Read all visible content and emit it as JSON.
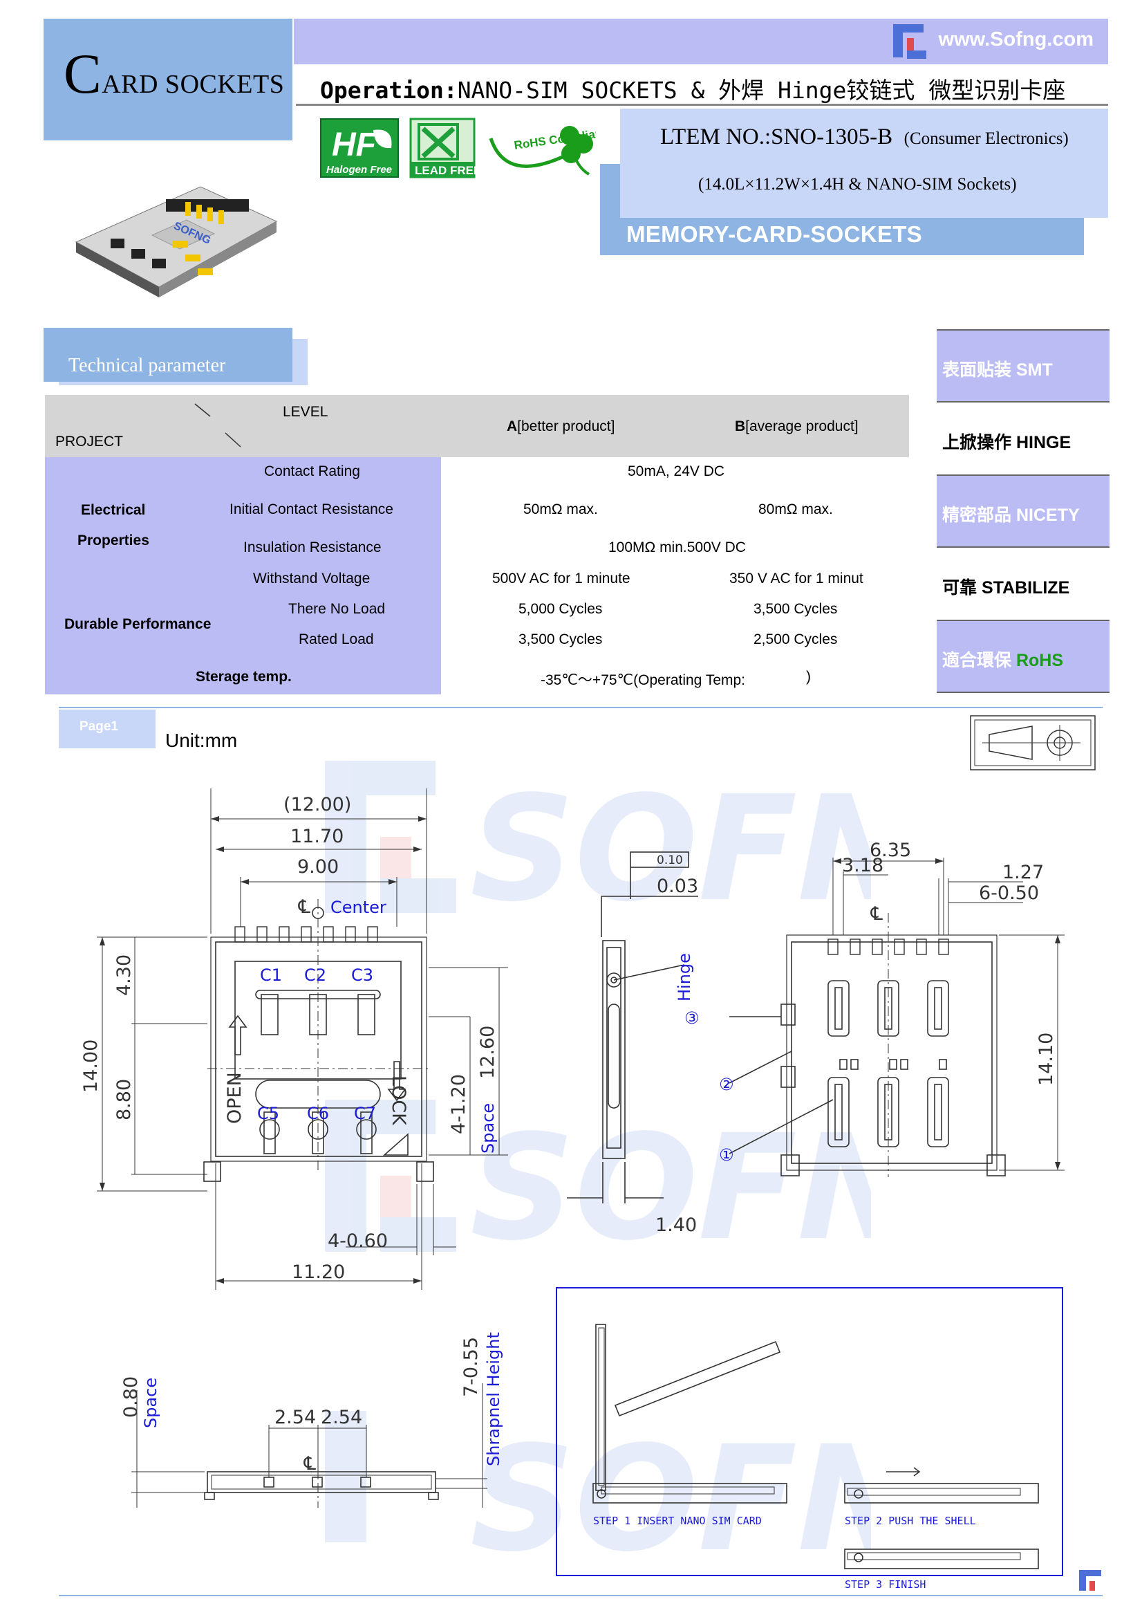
{
  "header": {
    "title_initial": "C",
    "title_rest": "ARD SOCKETS",
    "site_url": "www.Sofng.com",
    "operation_label": "Operation:",
    "operation_text": "NANO-SIM SOCKETS & 外焊  Hinge铰链式  微型识别卡座",
    "badges": {
      "halogen": "Halogen Free",
      "lead": "LEAD FREE",
      "rohs": "RoHS Compliant"
    },
    "item_no_label": "LTEM NO.:SNO-1305-B",
    "item_category": "(Consumer Electronics)",
    "item_dimensions": "(14.0L×11.2W×1.4H & NANO-SIM Sockets)",
    "series": "MEMORY-CARD-SOCKETS",
    "product_print": "SOFNG"
  },
  "tech": {
    "section_title": "Technical parameter",
    "head": {
      "level": "LEVEL",
      "project": "PROJECT",
      "a_bold": "A",
      "a_rest": "[better product]",
      "b_bold": "B",
      "b_rest": "[average product]"
    },
    "groups": {
      "electrical_1": "Electrical",
      "electrical_2": "Properties",
      "durable": "Durable Performance",
      "storage": "Sterage temp."
    },
    "rows": {
      "contact_rating": {
        "label": "Contact Rating",
        "ab": "50mA, 24V DC"
      },
      "initial_resistance": {
        "label": "Initial Contact Resistance",
        "a": "50mΩ max.",
        "b": "80mΩ max."
      },
      "insulation": {
        "label": "Insulation Resistance",
        "ab": "100MΩ min.500V DC"
      },
      "withstand": {
        "label": "Withstand Voltage",
        "a": "500V AC for 1 minute",
        "b": "350 V AC for 1 minut"
      },
      "no_load": {
        "label": "There No Load",
        "a": "5,000 Cycles",
        "b": "3,500 Cycles"
      },
      "rated_load": {
        "label": "Rated Load",
        "a": "3,500 Cycles",
        "b": "2,500 Cycles"
      },
      "storage_temp": {
        "value": "-35℃～+75℃(Operating Temp:",
        "close": ")"
      }
    }
  },
  "features": [
    {
      "text": "表面贴装 SMT"
    },
    {
      "text": "上掀操作 HINGE"
    },
    {
      "text": "精密部品 NICETY"
    },
    {
      "text": "可靠 STABILIZE"
    },
    {
      "text_cn": "適合環保 ",
      "text_en": "RoHS"
    }
  ],
  "drawing": {
    "page_label": "Page1",
    "unit": "Unit:mm",
    "watermark": "SOFNG",
    "top_view": {
      "dim_12": "(12.00)",
      "dim_1170": "11.70",
      "dim_900": "9.00",
      "center": "Center",
      "c1": "C1",
      "c2": "C2",
      "c3": "C3",
      "c5": "C5",
      "c6": "C6",
      "c7": "C7",
      "open": "OPEN",
      "lock": "LOCK",
      "dim_14": "14.00",
      "dim_430": "4.30",
      "dim_880": "8.80",
      "dim_4_120": "4-1.20",
      "dim_1260": "12.60",
      "space": "Space",
      "dim_4_060": "4-0.60",
      "dim_1120": "11.20"
    },
    "side_view": {
      "flat": "0.10",
      "dim_003": "0.03",
      "dim_140": "1.40",
      "hinge": "Hinge"
    },
    "bottom_view": {
      "dim_635": "6.35",
      "dim_318": "3.18",
      "dim_127": "1.27",
      "dim_6_050": "6-0.50",
      "dim_1410": "14.10",
      "n1": "①",
      "n2": "②",
      "n3": "③"
    },
    "front_view": {
      "dim_080": "0.80",
      "space": "Space",
      "dim_254a": "2.54",
      "dim_254b": "2.54",
      "dim_7_055": "7-0.55",
      "shrapnel": "Shrapnel Height"
    },
    "steps": {
      "step1": "STEP 1 INSERT NANO SIM CARD",
      "step2": "STEP 2 PUSH THE SHELL",
      "step3": "STEP 3 FINISH"
    }
  },
  "colors": {
    "title_blue": "#8eb4e3",
    "banner_lavender": "#bcbcf5",
    "annotation_blue": "#1b1bd6",
    "rohs_green": "#1a9d1a"
  }
}
